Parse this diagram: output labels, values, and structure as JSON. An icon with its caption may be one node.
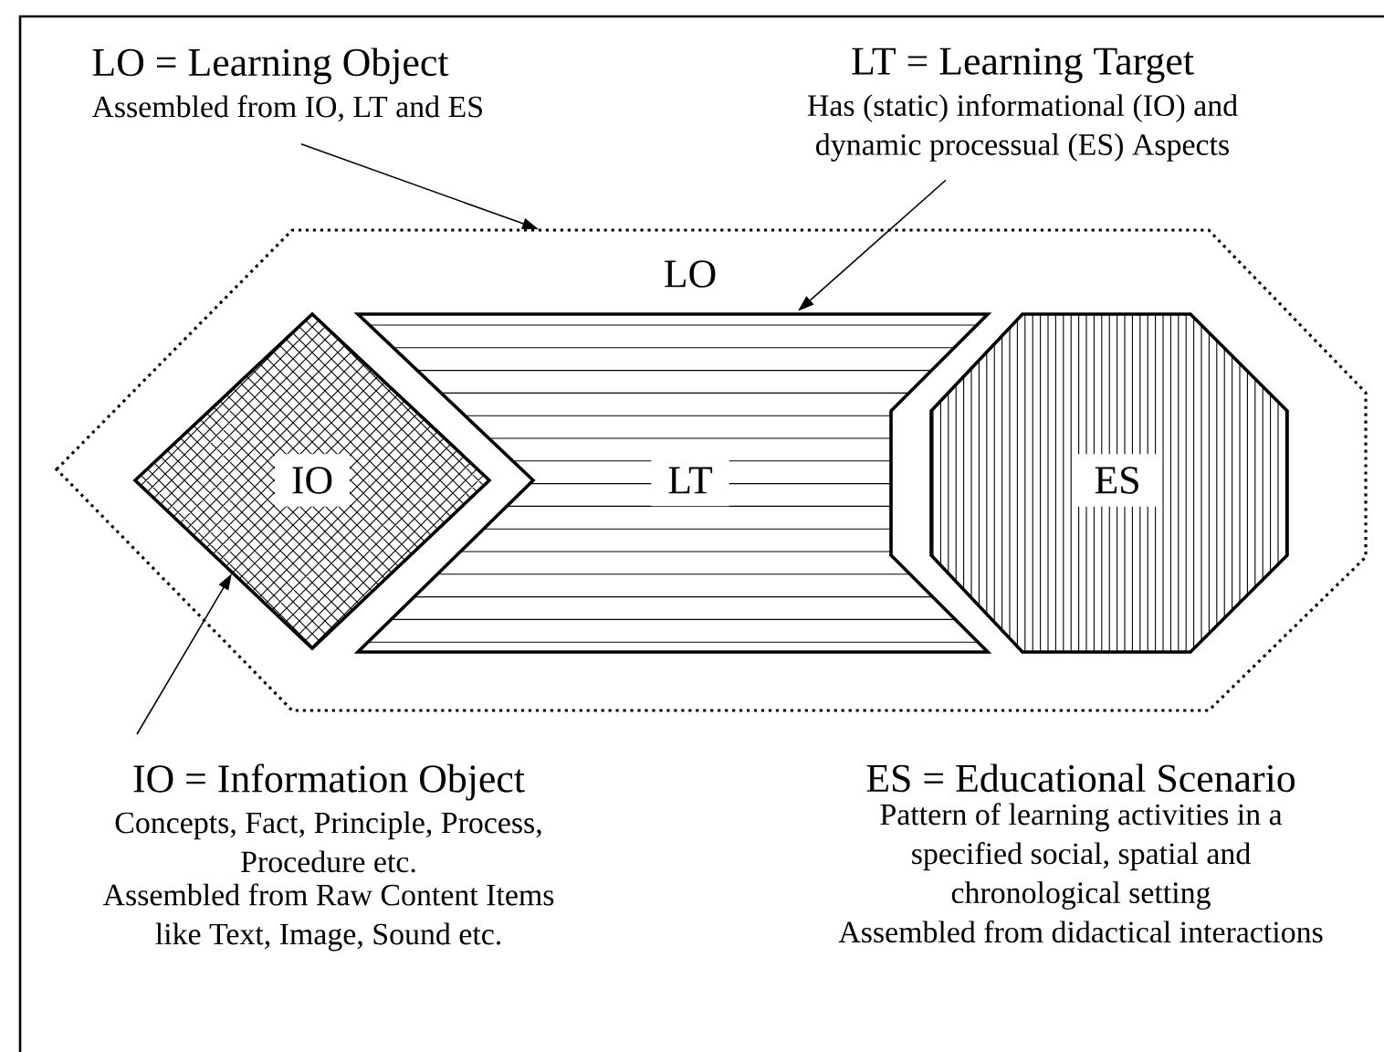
{
  "diagram": {
    "nodes": [
      {
        "text": [
          "LO"
        ]
      },
      {
        "text": [
          "IO"
        ],
        "in": 0
      },
      {
        "text": [
          "LT"
        ],
        "in": 0
      },
      {
        "text": [
          "ES"
        ],
        "in": 0
      },
      {
        "text": [
          "LO = Learning Object",
          "Assembled from IO, LT and ES"
        ]
      },
      {
        "text": [
          "LT = Learning Target",
          "Has (static) informational (IO) and dynamic processual (ES) Aspects"
        ]
      },
      {
        "text": [
          "IO = Information Object",
          "Concepts, Fact, Principle, Process, Procedure etc.",
          "Assembled from Raw Content Items like Text, Image, Sound etc."
        ]
      },
      {
        "text": [
          "ES = Educational Scenario",
          "Pattern of learning activities in a specified social, spatial and chronological setting",
          "Assembled from didactical interactions"
        ]
      }
    ],
    "edges": [
      {
        "from": 4,
        "to": 0,
        "arrow": "to"
      },
      {
        "from": 5,
        "to": 2,
        "arrow": "to"
      },
      {
        "from": 6,
        "to": 1,
        "arrow": "to"
      }
    ]
  }
}
